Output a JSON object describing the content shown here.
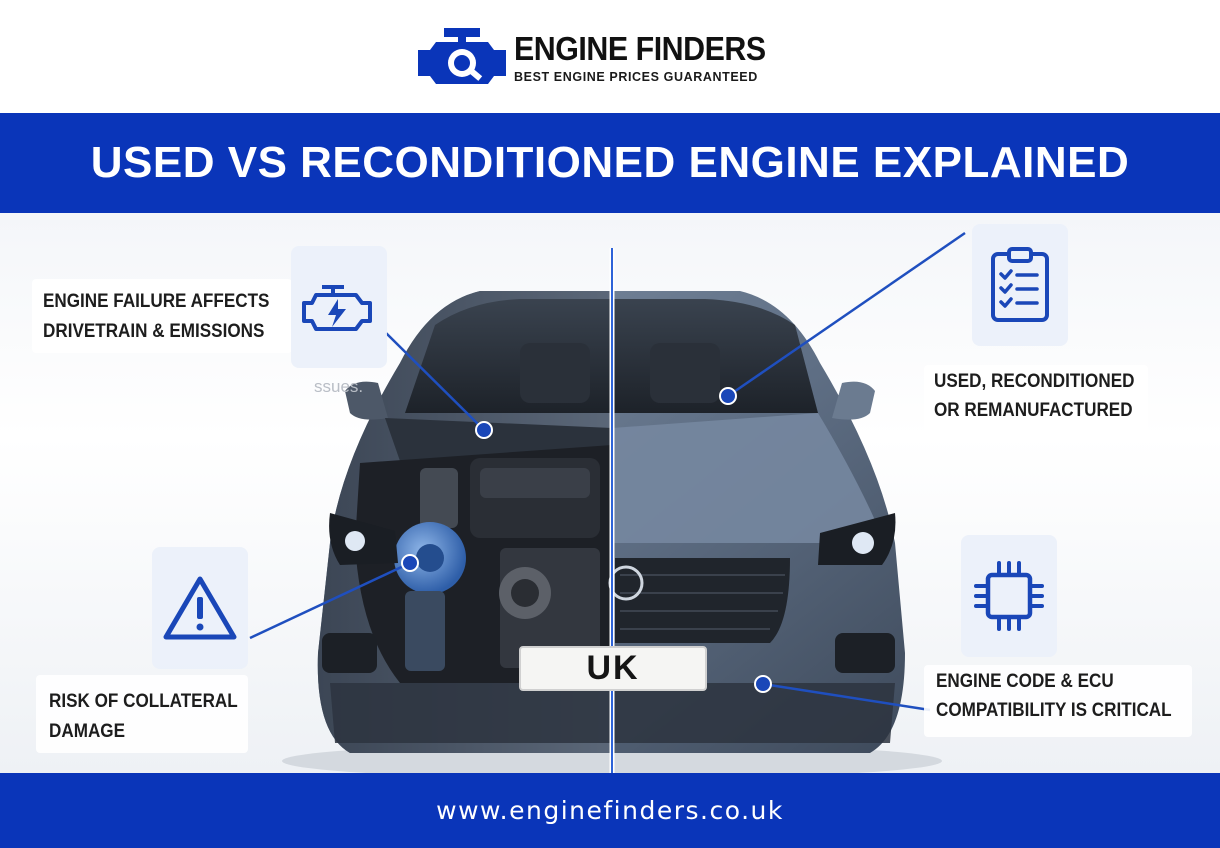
{
  "brand": {
    "name": "ENGINE FINDERS",
    "tagline": "BEST ENGINE PRICES GUARANTEED",
    "primary_color": "#0a35b9"
  },
  "title": "USED VS RECONDITIONED ENGINE EXPLAINED",
  "car": {
    "plate": "UK",
    "faint_text": "ssues."
  },
  "callouts": [
    {
      "icon": "check-engine-icon",
      "text_line1": "ENGINE FAILURE AFFECTS",
      "text_line2": "DRIVETRAIN & EMISSIONS"
    },
    {
      "icon": "warning-triangle-icon",
      "text_line1": "RISK OF COLLATERAL",
      "text_line2": "DAMAGE"
    },
    {
      "icon": "clipboard-checklist-icon",
      "text_line1": "USED, RECONDITIONED",
      "text_line2": "OR REMANUFACTURED"
    },
    {
      "icon": "microchip-icon",
      "text_line1": "ENGINE CODE & ECU",
      "text_line2": "COMPATIBILITY IS CRITICAL"
    }
  ],
  "footer": {
    "url": "www.enginefinders.co.uk"
  }
}
